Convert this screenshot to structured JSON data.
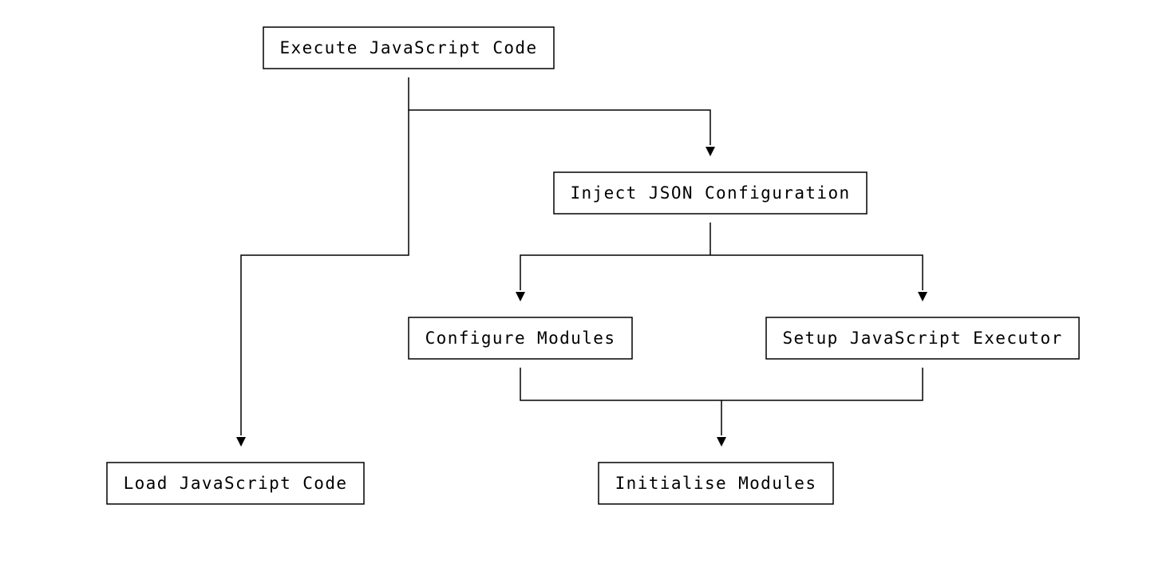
{
  "diagram": {
    "nodes": {
      "execute": {
        "label": "Execute JavaScript Code"
      },
      "inject": {
        "label": "Inject JSON Configuration"
      },
      "configure": {
        "label": "Configure Modules"
      },
      "setup": {
        "label": "Setup JavaScript Executor"
      },
      "load": {
        "label": "Load JavaScript Code"
      },
      "initialise": {
        "label": "Initialise Modules"
      }
    },
    "edges": [
      {
        "from": "execute",
        "to": "inject"
      },
      {
        "from": "execute",
        "to": "load"
      },
      {
        "from": "inject",
        "to": "configure"
      },
      {
        "from": "inject",
        "to": "setup"
      },
      {
        "from": "configure",
        "to": "initialise"
      },
      {
        "from": "setup",
        "to": "initialise"
      }
    ]
  }
}
